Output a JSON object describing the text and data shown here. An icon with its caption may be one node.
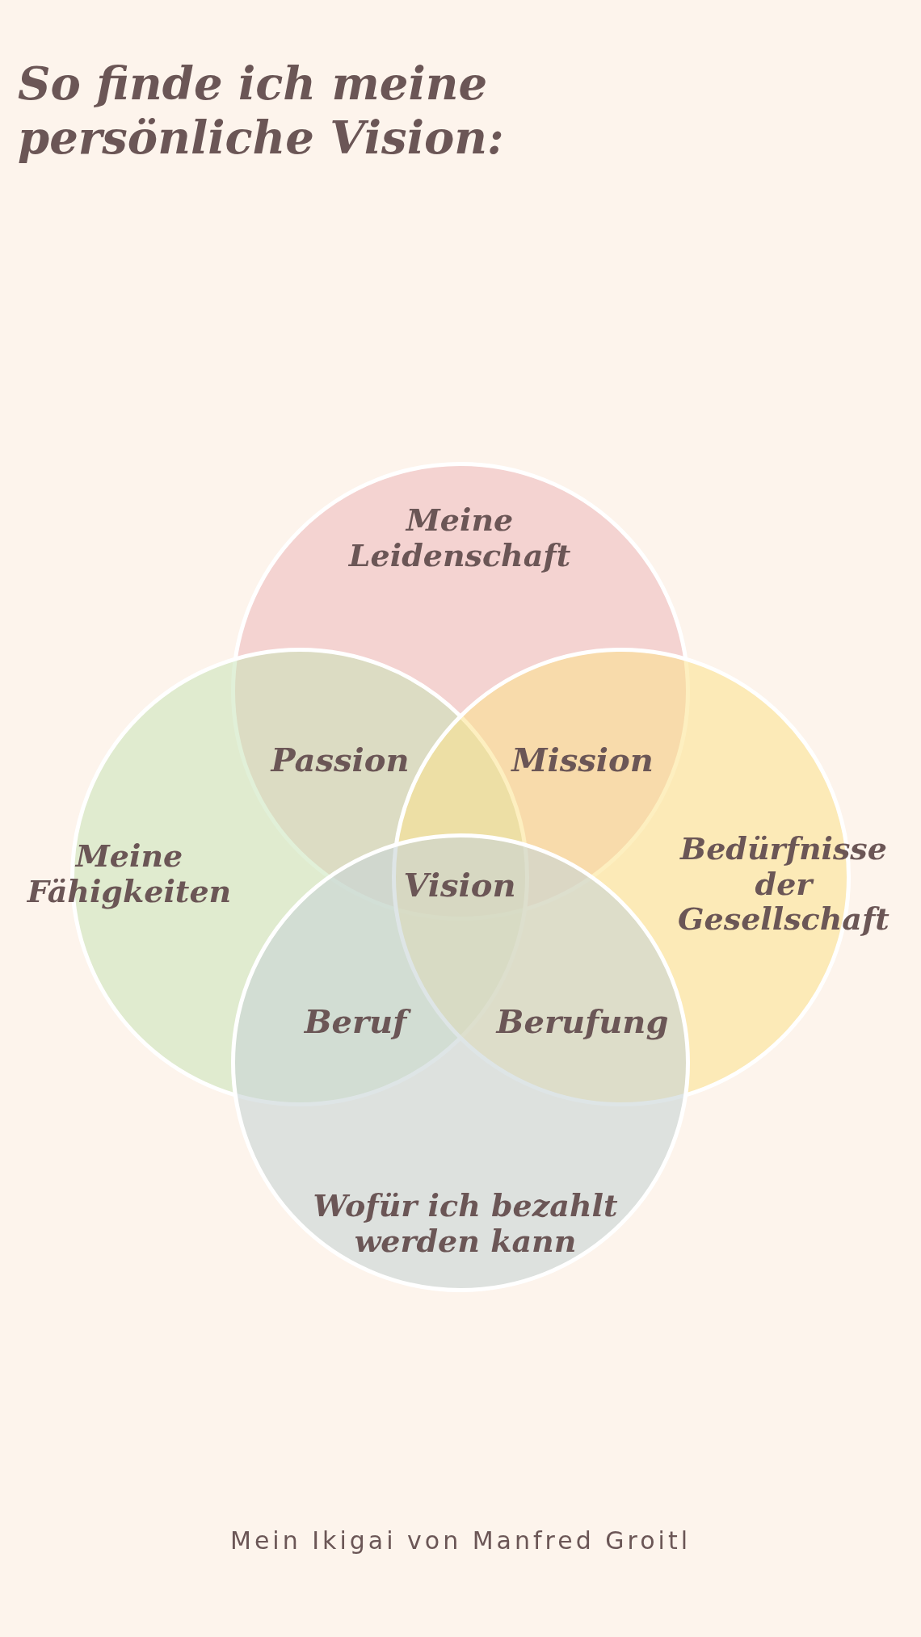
{
  "diagram": {
    "title": "So finde ich meine persönliche Vision:",
    "caption": "Mein Ikigai von Manfred Groitl",
    "nodes": [
      {
        "text": [
          "Meine Leidenschaft"
        ]
      },
      {
        "text": [
          "Meine Fähigkeiten"
        ]
      },
      {
        "text": [
          "Bedürfnisse der Gesellschaft"
        ]
      },
      {
        "text": [
          "Wofür ich bezahlt werden kann"
        ]
      }
    ],
    "labels": [
      "Passion",
      "Mission",
      "Vision",
      "Beruf",
      "Berufung"
    ]
  }
}
